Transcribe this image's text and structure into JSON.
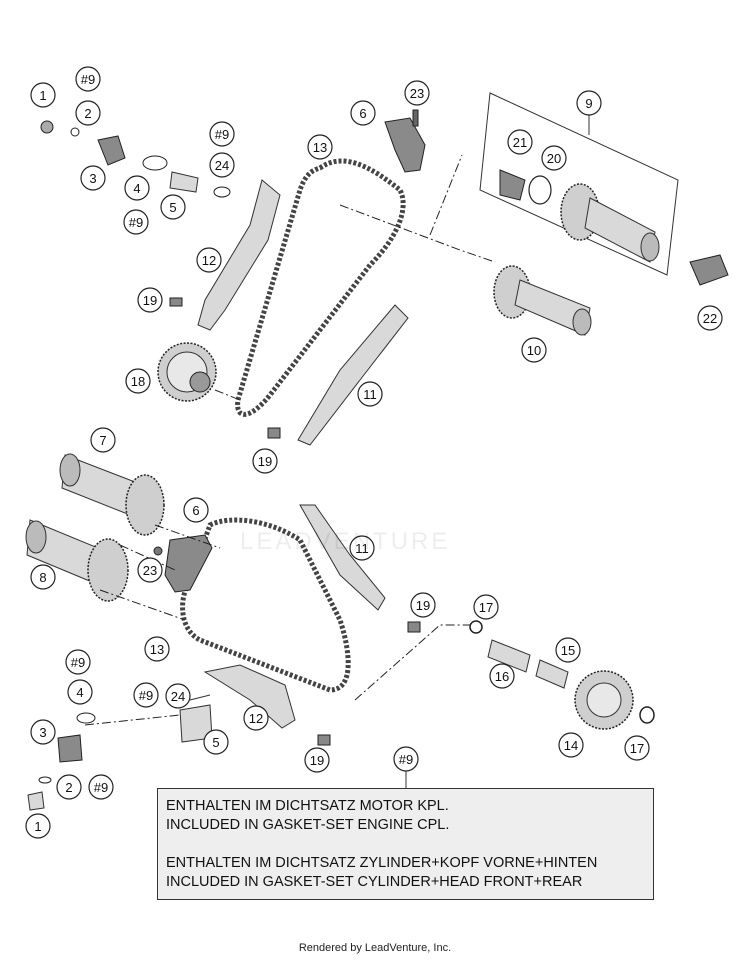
{
  "callouts": [
    {
      "id": "c1a",
      "text": "1"
    },
    {
      "id": "c2a",
      "text": "2"
    },
    {
      "id": "c3a",
      "text": "3"
    },
    {
      "id": "c4a",
      "text": "4"
    },
    {
      "id": "c5a",
      "text": "5"
    },
    {
      "id": "c9a1",
      "text": "#9"
    },
    {
      "id": "c9a2",
      "text": "#9"
    },
    {
      "id": "c9a3",
      "text": "#9"
    },
    {
      "id": "c24a",
      "text": "24"
    },
    {
      "id": "c6a",
      "text": "6"
    },
    {
      "id": "c23a",
      "text": "23"
    },
    {
      "id": "c9",
      "text": "9"
    },
    {
      "id": "c13a",
      "text": "13"
    },
    {
      "id": "c21",
      "text": "21"
    },
    {
      "id": "c20",
      "text": "20"
    },
    {
      "id": "c12a",
      "text": "12"
    },
    {
      "id": "c19a",
      "text": "19"
    },
    {
      "id": "c22",
      "text": "22"
    },
    {
      "id": "c10",
      "text": "10"
    },
    {
      "id": "c18",
      "text": "18"
    },
    {
      "id": "c11a",
      "text": "11"
    },
    {
      "id": "c19b",
      "text": "19"
    },
    {
      "id": "c7",
      "text": "7"
    },
    {
      "id": "c6b",
      "text": "6"
    },
    {
      "id": "c11b",
      "text": "11"
    },
    {
      "id": "c8",
      "text": "8"
    },
    {
      "id": "c23b",
      "text": "23"
    },
    {
      "id": "c19c",
      "text": "19"
    },
    {
      "id": "c17a",
      "text": "17"
    },
    {
      "id": "c13b",
      "text": "13"
    },
    {
      "id": "c15",
      "text": "15"
    },
    {
      "id": "c16",
      "text": "16"
    },
    {
      "id": "c9b1",
      "text": "#9"
    },
    {
      "id": "c4b",
      "text": "4"
    },
    {
      "id": "c9b2",
      "text": "#9"
    },
    {
      "id": "c24b",
      "text": "24"
    },
    {
      "id": "c12b",
      "text": "12"
    },
    {
      "id": "c3b",
      "text": "3"
    },
    {
      "id": "c5b",
      "text": "5"
    },
    {
      "id": "c14",
      "text": "14"
    },
    {
      "id": "c17b",
      "text": "17"
    },
    {
      "id": "c19d",
      "text": "19"
    },
    {
      "id": "c2b",
      "text": "2"
    },
    {
      "id": "c9b3",
      "text": "#9"
    },
    {
      "id": "c1b",
      "text": "1"
    },
    {
      "id": "c9note",
      "text": "#9"
    }
  ],
  "note": {
    "line1": "ENTHALTEN IM DICHTSATZ MOTOR KPL.",
    "line2": "INCLUDED IN GASKET-SET ENGINE CPL.",
    "line3": "ENTHALTEN IM DICHTSATZ ZYLINDER+KOPF VORNE+HINTEN",
    "line4": "INCLUDED IN GASKET-SET CYLINDER+HEAD FRONT+REAR"
  },
  "watermark": "LEADVENTURE",
  "footer": "Rendered by LeadVenture, Inc."
}
